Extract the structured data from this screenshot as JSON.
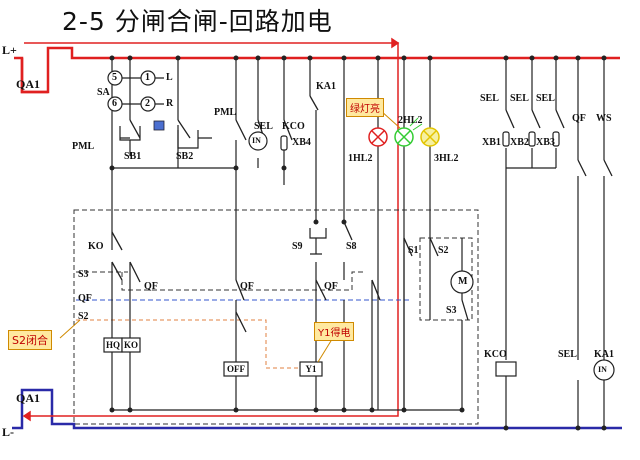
{
  "title": "2-5  分闸合闸-回路加电",
  "rails": {
    "plus": "L+",
    "minus": "L-",
    "breaker_top": "QA1",
    "breaker_bottom": "QA1"
  },
  "callouts": {
    "green_light": "绿灯亮",
    "s2_closed": "S2闭合",
    "y1_energized": "Y1得电"
  },
  "meters": {
    "m5": "5",
    "m1": "1",
    "m6": "6",
    "m2": "2",
    "left": "L",
    "right": "R",
    "sa": "SA"
  },
  "components": {
    "pml_left": "PML",
    "pml_right": "PML",
    "sb1": "SB1",
    "sb2": "SB2",
    "sel": "SEL",
    "kco": "KCO",
    "in_top": "IN",
    "xb4": "XB4",
    "ka1": "KA1",
    "hl1": "1HL2",
    "hl2": "2HL2",
    "hl3": "3HL2",
    "ko": "KO",
    "s3_left": "S3",
    "qf_left": "QF",
    "s2_left": "S2",
    "qf_left2": "QF",
    "qf_mid": "QF",
    "s9": "S9",
    "s8": "S8",
    "qf_right": "QF",
    "s1": "S1",
    "s2_right": "S2",
    "motor": "M",
    "s3_right": "S3",
    "hq": "HQ",
    "ko_box": "KO",
    "off": "OFF",
    "y1": "Y1",
    "sel1": "SEL",
    "sel2": "SEL",
    "sel3": "SEL",
    "qf_far": "QF",
    "ws": "WS",
    "xb1": "XB1",
    "xb2": "XB2",
    "xb3": "XB3",
    "kco_bottom": "KCO",
    "sel_bottom": "SEL",
    "ka1_bottom": "KA1",
    "in_bottom": "IN"
  },
  "colors": {
    "plus_rail": "#e02020",
    "minus_rail": "#2a2aa8",
    "live_path": "#e02020",
    "green_lamp": "#33cc33",
    "yellow_lamp": "#f0e04a",
    "red_lamp": "#e02020"
  }
}
